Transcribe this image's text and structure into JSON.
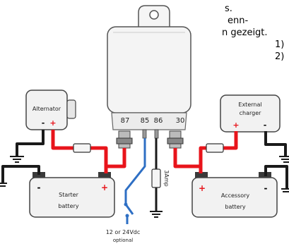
{
  "cropped_text": {
    "lines": [
      "s.",
      "enn-",
      "n gezeigt.",
      "1)",
      "2)"
    ]
  },
  "relay": {
    "terminals": [
      "87",
      "85",
      "86",
      "30"
    ]
  },
  "components": {
    "alternator": "Alternator",
    "alternator_minus": "-",
    "alternator_plus": "+",
    "charger_line1": "External",
    "charger_line2": "charger",
    "charger_plus": "+",
    "charger_minus": "-",
    "starter_line1": "Starter",
    "starter_line2": "battery",
    "starter_minus": "-",
    "starter_plus": "+",
    "accessory_line1": "Accessory",
    "accessory_line2": "battery",
    "accessory_plus": "+",
    "accessory_minus": "-"
  },
  "fuse_label": "3Amp",
  "switch_label_line1": "12 or 24Vdc",
  "switch_label_line2": "optional",
  "colors": {
    "positive_wire": "#e8141b",
    "ground_wire": "#1a1a1a",
    "switch_wire": "#2e6fc4",
    "component_fill": "#f2f2f2",
    "component_stroke": "#444444"
  }
}
